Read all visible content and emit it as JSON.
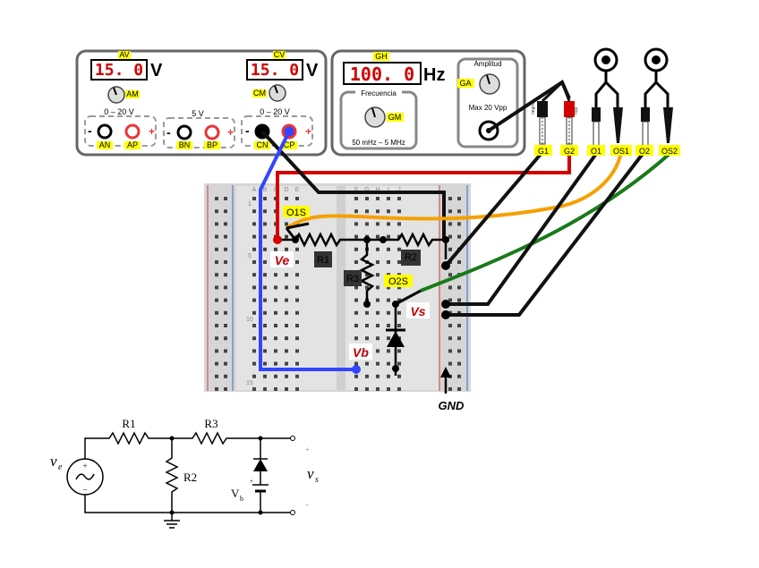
{
  "source": {
    "tags": {
      "av": "AV",
      "cv": "CV",
      "am": "AM",
      "cm": "CM",
      "an": "AN",
      "ap": "AP",
      "bn": "BN",
      "bp": "BP",
      "cn": "CN",
      "cp": "CP"
    },
    "display_a": "15. 0",
    "display_c": "15. 0",
    "unit_v": "V",
    "range_a": "0 – 20 V",
    "range_b": "5 V",
    "range_c": "0 – 20 V"
  },
  "generator": {
    "tags": {
      "gh": "GH",
      "gm": "GM",
      "ga": "GA"
    },
    "display": "100. 0",
    "unit": "Hz",
    "freq_title": "Frecuencia",
    "freq_range": "50 mHz – 5 MHz",
    "amp_title": "Amplitud",
    "amp_max": "Max 20 Vpp"
  },
  "scope": {
    "probe_tags": [
      "G1",
      "G2",
      "O1",
      "OS1",
      "O2",
      "OS2"
    ],
    "probe_neg_label": "negro",
    "probe_pos_label": "rojo"
  },
  "breadboard": {
    "row_numbers": [
      "1",
      "5",
      "10",
      "15"
    ],
    "col_letters": [
      "A",
      "B",
      "C",
      "D",
      "E",
      "F",
      "G",
      "H",
      "I",
      "J"
    ],
    "resistors": [
      "R1",
      "R2",
      "R3"
    ],
    "nodes": {
      "ve": "Ve",
      "vs": "Vs",
      "vb": "Vb"
    },
    "probe_tags": {
      "o1s": "O1S",
      "o2s": "O2S"
    },
    "gnd": "GND"
  },
  "schematic": {
    "r1": "R1",
    "r2": "R2",
    "r3": "R3",
    "ve": "v",
    "ve_sub": "e",
    "vs": "v",
    "vs_sub": "s",
    "vb": "V",
    "vb_sub": "b",
    "plus": "+",
    "minus": "–"
  },
  "colors": {
    "red_wire": "#d40000",
    "black_wire": "#111111",
    "blue_wire": "#3344ff",
    "orange_wire": "#f5a000",
    "green_wire": "#1a7a1a",
    "tag_yellow": "#ffff00",
    "panel_border": "#555555"
  }
}
